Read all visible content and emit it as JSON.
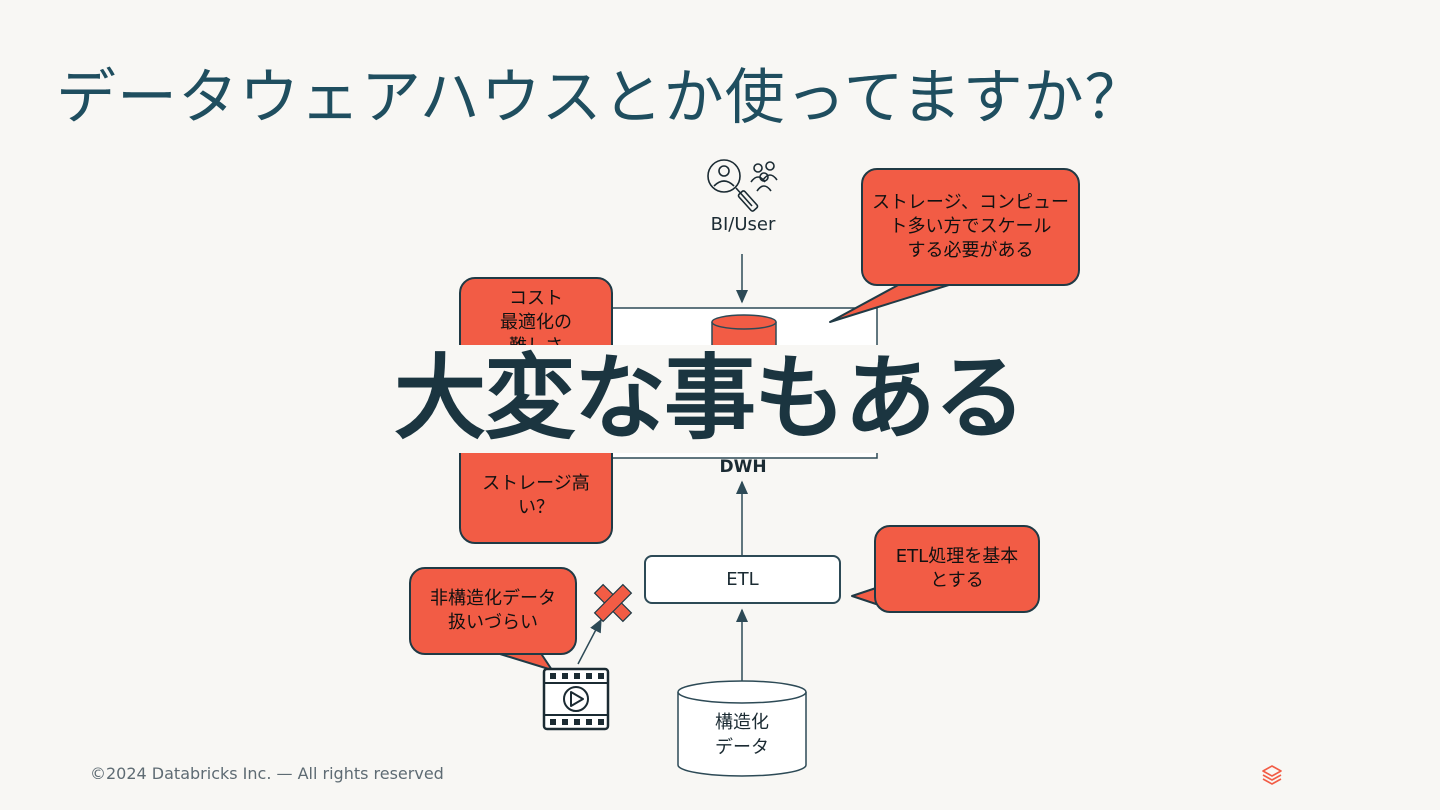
{
  "slide": {
    "title": "データウェアハウスとか使ってますか？",
    "footer": "©2024 Databricks Inc. — All rights reserved",
    "overlay_text": "大変な事もある"
  },
  "diagram": {
    "bi_user_label": "BI/User",
    "dwh_label": "DWH",
    "etl_label": "ETL",
    "structured_data_label": [
      "構造化",
      "データ"
    ],
    "bubbles": {
      "cost": [
        "コスト",
        "最適化の",
        "難しさ"
      ],
      "storage": [
        "ストレージ高",
        "い？"
      ],
      "scale": [
        "ストレージ、コンピュー",
        "ト多い方でスケール",
        "する必要がある"
      ],
      "etl_basic": [
        "ETL処理を基本",
        "とする"
      ],
      "unstructured": [
        "非構造化データ",
        "扱いづらい"
      ]
    }
  },
  "colors": {
    "accent": "#F25C45",
    "title": "#1F4E5F",
    "line": "#2D4A56",
    "background": "#F8F7F4"
  },
  "icons": [
    "bi-user-icon",
    "video-file-icon",
    "cross-icon",
    "databricks-logo-icon"
  ]
}
